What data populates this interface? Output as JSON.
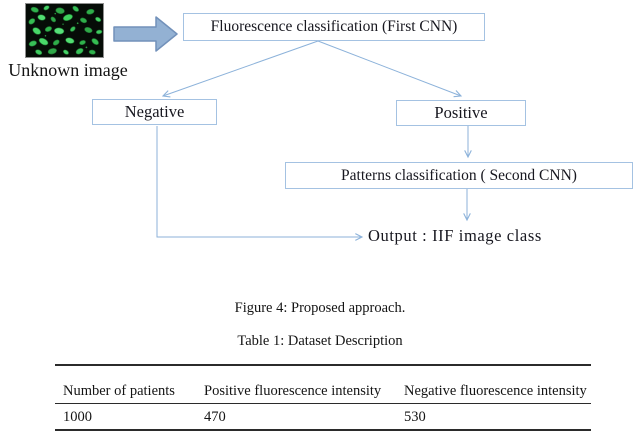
{
  "flowchart": {
    "unknown_image_label": "Unknown image",
    "first_cnn_box": "Fluorescence classification (First CNN)",
    "negative_box": "Negative",
    "positive_box": "Positive",
    "second_cnn_box": "Patterns classification ( Second CNN)",
    "output_label": "Output : IIF image class"
  },
  "captions": {
    "figure": "Figure 4: Proposed approach.",
    "table": "Table 1: Dataset Description"
  },
  "table": {
    "headers": [
      "Number of patients",
      "Positive fluorescence intensity",
      "Negative fluorescence intensity"
    ],
    "rows": [
      [
        "1000",
        "470",
        "530"
      ]
    ]
  },
  "colors": {
    "box_border": "#a4c2e2",
    "connector_line": "#8cb2da",
    "block_arrow_fill": "#93b1d3",
    "block_arrow_stroke": "#7291ba",
    "cell_image_background": "#060c07",
    "cell_nuclei_green": "#3fd35e",
    "rule_dark": "#2b2b2b",
    "text": "#1a1a1a"
  }
}
